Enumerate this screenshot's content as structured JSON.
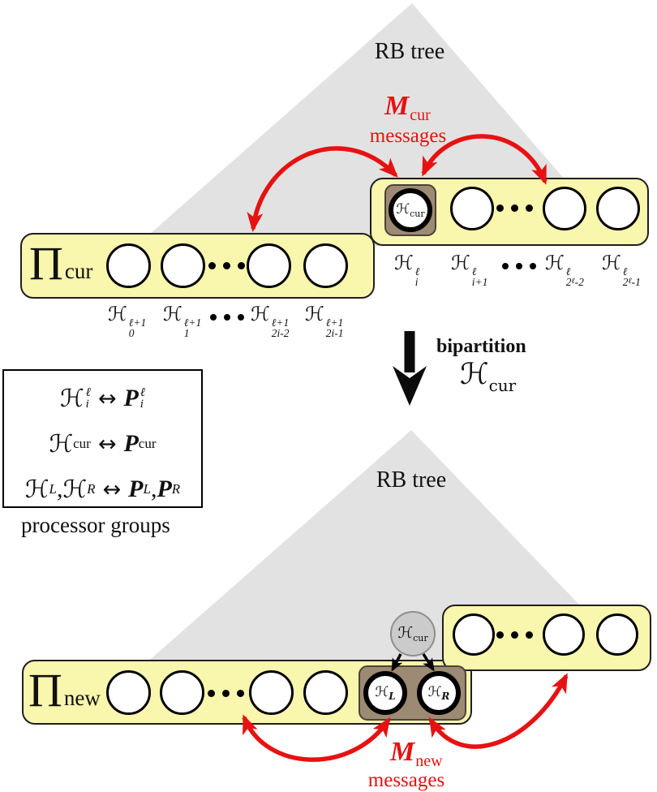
{
  "colors": {
    "bar_yellow": "#f9f6ad",
    "triangle_gray": "#e3e2e2",
    "brown": "#9c8a72",
    "node_gray": "#cbcbcb",
    "red": "#e61212"
  },
  "top": {
    "tree_label": "RB tree",
    "msg": {
      "m": "M",
      "m_sub": "cur",
      "word": "messages"
    },
    "pi": "Π",
    "pi_sub": "cur",
    "hcur": {
      "base": "ℋ",
      "sub": "cur"
    },
    "left_labels": [
      {
        "base": "ℋ",
        "sup": "ℓ+1",
        "sub": "0"
      },
      {
        "base": "ℋ",
        "sup": "ℓ+1",
        "sub": "1"
      },
      {
        "base": "ℋ",
        "sup": "ℓ+1",
        "sub": "2i-2"
      },
      {
        "base": "ℋ",
        "sup": "ℓ+1",
        "sub": "2i-1"
      }
    ],
    "right_labels": [
      {
        "base": "ℋ",
        "sup": "ℓ",
        "sub": "i"
      },
      {
        "base": "ℋ",
        "sup": "ℓ",
        "sub": "i+1"
      },
      {
        "base": "ℋ",
        "sup": "ℓ",
        "sub": "2",
        "subsup": "ℓ",
        "subtail": "-2"
      },
      {
        "base": "ℋ",
        "sup": "ℓ",
        "sub": "2",
        "subsup": "ℓ",
        "subtail": "-1"
      }
    ]
  },
  "middle": {
    "bipartition_label": "bipartition",
    "h": {
      "base": "ℋ",
      "sub": "cur"
    },
    "legend": {
      "row1": {
        "h_base": "ℋ",
        "h_sup": "ℓ",
        "h_sub": "i",
        "arrow": "↔",
        "p_base": "P",
        "p_sup": "ℓ",
        "p_sub": "i"
      },
      "row2": {
        "h_base": "ℋ",
        "h_sub": "cur",
        "arrow": "↔",
        "p_base": "P",
        "p_sub": "cur"
      },
      "row3": {
        "h1_base": "ℋ",
        "h1_sub": "L",
        "comma1": ",",
        "h2_base": "ℋ",
        "h2_sub": "R",
        "arrow": "↔",
        "p1_base": "P",
        "p1_sub": "L",
        "comma2": ",",
        "p2_base": "P",
        "p2_sub": "R"
      },
      "caption": "processor groups"
    }
  },
  "bottom": {
    "tree_label": "RB tree",
    "pi": "Π",
    "pi_sub": "new",
    "hcur": {
      "base": "ℋ",
      "sub": "cur"
    },
    "hl": {
      "base": "ℋ",
      "sub": "L"
    },
    "hr": {
      "base": "ℋ",
      "sub": "R"
    },
    "msg": {
      "m": "M",
      "m_sub": "new",
      "word": "messages"
    }
  }
}
